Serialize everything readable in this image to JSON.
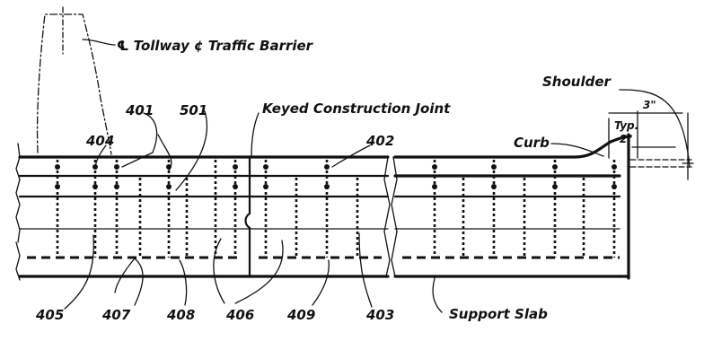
{
  "diagram": {
    "labels": {
      "tollway_barrier": "℄ Tollway ¢ Traffic Barrier",
      "shoulder": "Shoulder",
      "dim_3in": "3\"",
      "dim_typ": "Typ.",
      "dim_2in": "2\"",
      "curb": "Curb",
      "keyed_joint": "Keyed Construction Joint",
      "support_slab": "Support Slab"
    },
    "bar_marks": {
      "m401": "401",
      "m501": "501",
      "m404": "404",
      "m402": "402",
      "m405": "405",
      "m407": "407",
      "m408": "408",
      "m406": "406",
      "m409": "409",
      "m403": "403"
    }
  }
}
